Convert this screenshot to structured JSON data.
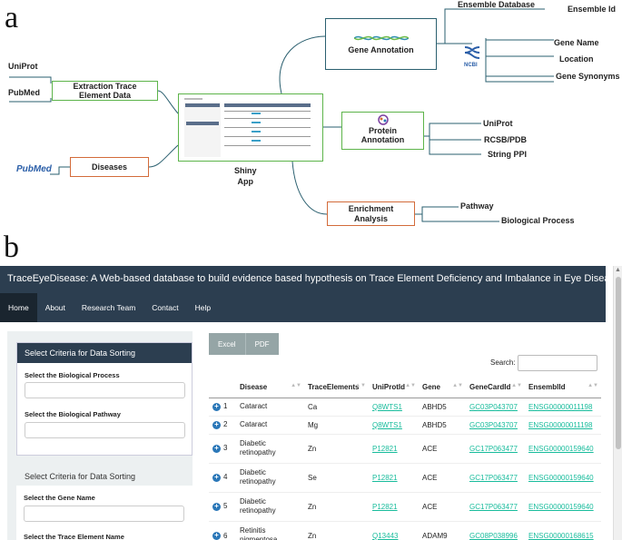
{
  "figure": {
    "label_a": "a",
    "label_b": "b"
  },
  "mindmap": {
    "center": {
      "label": "Shiny\nApp"
    },
    "nodes": {
      "extraction": "Extraction Trace\nElement Data",
      "diseases": "Diseases",
      "gene_annotation": "Gene Annotation",
      "protein_annotation": "Protein\nAnnotation",
      "enrichment": "Enrichment\nAnalysis"
    },
    "leaves": {
      "uniprot_left": "UniProt",
      "pubmed": "PubMed",
      "pubmed_logo": "PubMed",
      "ensemble_db": "Ensemble Database",
      "ensemble_id": "Ensemble Id",
      "ncbi": "NCBI",
      "gene_name": "Gene Name",
      "location": "Location",
      "gene_synonyms": "Gene Synonyms",
      "uniprot_right": "UniProt",
      "rcsb": "RCSB/PDB",
      "string_ppi": "String PPI",
      "pathway": "Pathway",
      "bio_process": "Biological Process"
    },
    "colors": {
      "green": "#5db44a",
      "teal": "#2a5f6f",
      "orange": "#d36b3a",
      "line": "#2a5f6f"
    }
  },
  "app": {
    "title": "TraceEyeDisease: A Web-based database to build evidence based hypothesis on Trace Element Deficiency and Imbalance in Eye Diseases",
    "nav": [
      "Home",
      "About",
      "Research Team",
      "Contact",
      "Help"
    ],
    "sidebar": {
      "section1": {
        "header": "Select Criteria for Data Sorting",
        "label_process": "Select the Biological Process",
        "label_pathway": "Select the Biological Pathway"
      },
      "section2": {
        "header": "Select Criteria for Data Sorting",
        "label_gene": "Select the Gene Name",
        "label_trace": "Select the Trace Element Name"
      }
    },
    "buttons": {
      "excel": "Excel",
      "pdf": "PDF"
    },
    "search_label": "Search:",
    "columns": [
      "",
      "Disease",
      "TraceElements",
      "UniProtId",
      "Gene",
      "GeneCardId",
      "EnsemblId"
    ],
    "rows": [
      [
        "1",
        "Cataract",
        "Ca",
        "Q8WTS1",
        "ABHD5",
        "GC03P043707",
        "ENSG00000011198"
      ],
      [
        "2",
        "Cataract",
        "Mg",
        "Q8WTS1",
        "ABHD5",
        "GC03P043707",
        "ENSG00000011198"
      ],
      [
        "3",
        "Diabetic retinopathy",
        "Zn",
        "P12821",
        "ACE",
        "GC17P063477",
        "ENSG00000159640"
      ],
      [
        "4",
        "Diabetic retinopathy",
        "Se",
        "P12821",
        "ACE",
        "GC17P063477",
        "ENSG00000159640"
      ],
      [
        "5",
        "Diabetic retinopathy",
        "Zn",
        "P12821",
        "ACE",
        "GC17P063477",
        "ENSG00000159640"
      ],
      [
        "6",
        "Retinitis pigmentosa",
        "Zn",
        "Q13443",
        "ADAM9",
        "GC08P038996",
        "ENSG00000168615"
      ]
    ],
    "colors": {
      "navbar": "#2c3e50",
      "active_tab": "#1a252f",
      "link": "#18bc9c",
      "button": "#95a5a6",
      "sidebar": "#ecf0f1"
    }
  }
}
